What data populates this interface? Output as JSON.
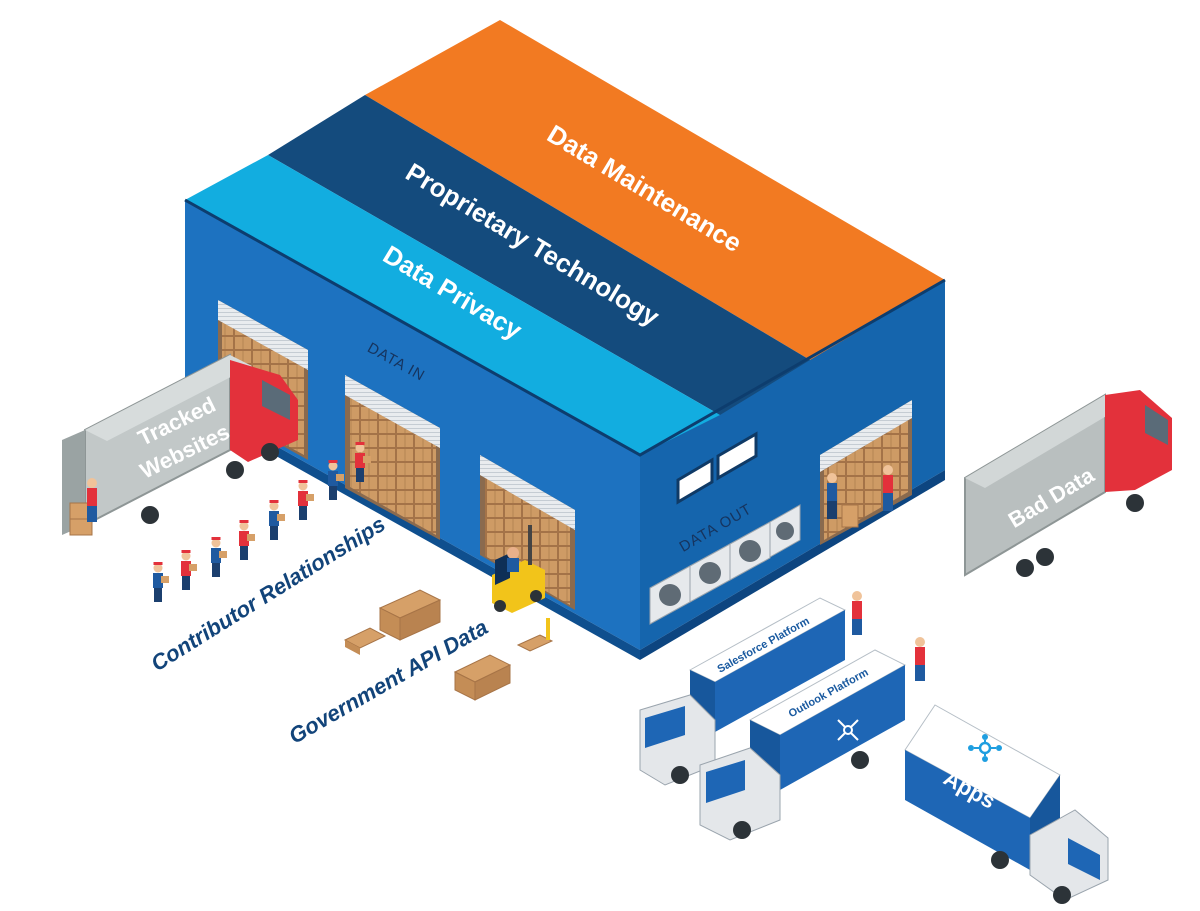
{
  "roof_bands": {
    "data_maintenance": "Data Maintenance",
    "proprietary_technology": "Proprietary Technology",
    "data_privacy": "Data Privacy"
  },
  "wall_signs": {
    "data_in": "DATA IN",
    "data_out": "DATA OUT"
  },
  "inputs": {
    "tracked_websites_line1": "Tracked",
    "tracked_websites_line2": "Websites",
    "contributor_relationships": "Contributor Relationships",
    "government_api_data": "Government API Data"
  },
  "rejects": {
    "bad_data": "Bad Data"
  },
  "outputs": {
    "salesforce": "Salesforce Platform",
    "outlook": "Outlook Platform",
    "apps": "Apps"
  },
  "colors": {
    "orange": "#f27a22",
    "navy": "#144b7d",
    "sky": "#12ade0",
    "wall_blue": "#1d72c0",
    "truck_red": "#e3313b",
    "truck_grey": "#b9bfbf"
  }
}
